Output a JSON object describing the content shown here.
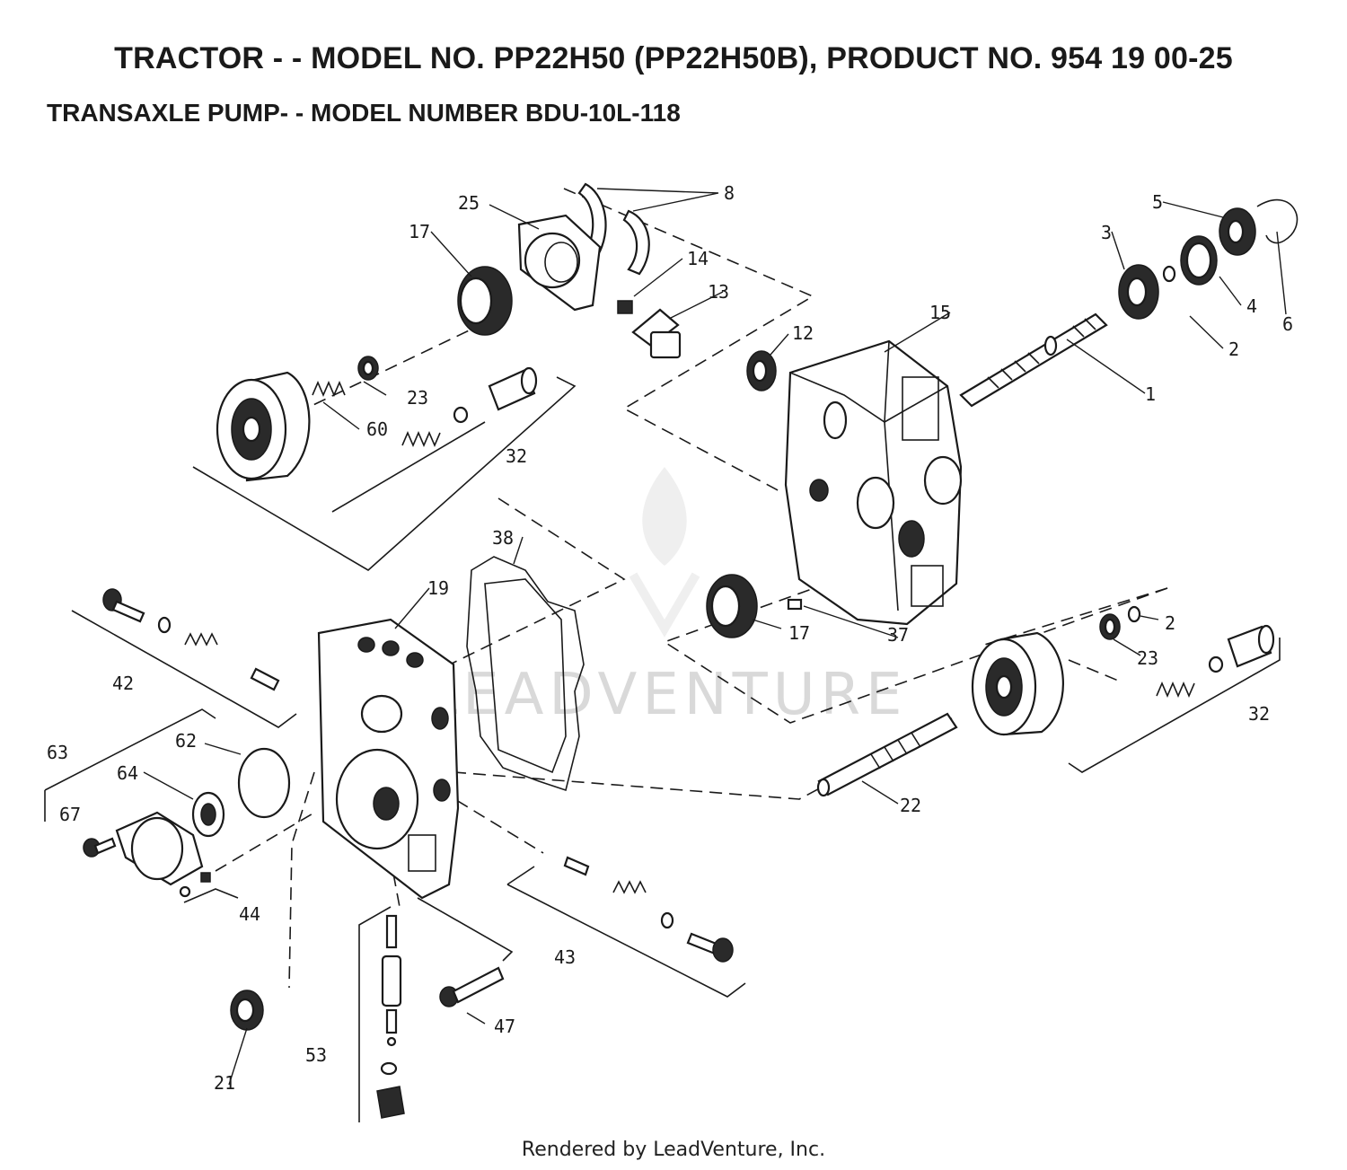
{
  "header": {
    "title": "TRACTOR - - MODEL NO. PP22H50 (PP22H50B), PRODUCT NO. 954 19 00-25",
    "subtitle": "TRANSAXLE PUMP- - MODEL NUMBER BDU-10L-118"
  },
  "watermark": "LEADVENTURE",
  "footer": "Rendered by LeadVenture, Inc.",
  "callouts": {
    "p1": "1",
    "p2a": "2",
    "p2b": "2",
    "p3": "3",
    "p4": "4",
    "p5": "5",
    "p6": "6",
    "p8": "8",
    "p12": "12",
    "p13": "13",
    "p14": "14",
    "p15": "15",
    "p17a": "17",
    "p17b": "17",
    "p19": "19",
    "p21": "21",
    "p22": "22",
    "p23a": "23",
    "p23b": "23",
    "p25": "25",
    "p32a": "32",
    "p32b": "32",
    "p37": "37",
    "p38": "38",
    "p42": "42",
    "p43": "43",
    "p44": "44",
    "p47": "47",
    "p53": "53",
    "p60": "60",
    "p62": "62",
    "p63": "63",
    "p64": "64",
    "p67": "67"
  }
}
